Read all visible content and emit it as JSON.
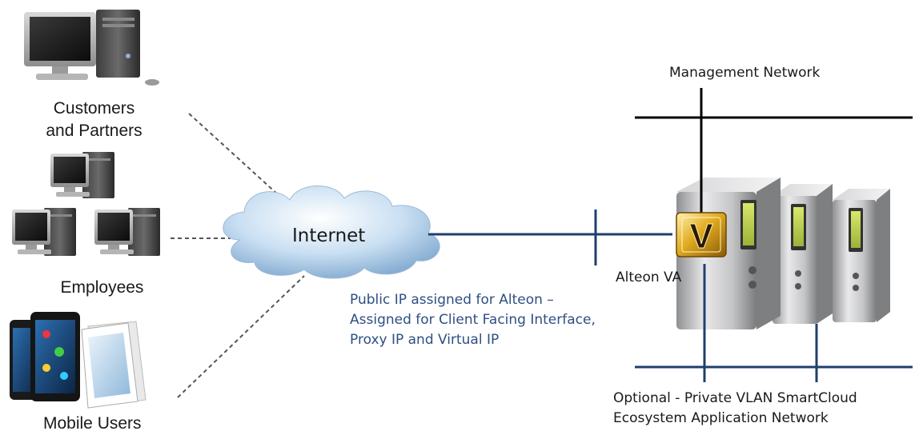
{
  "groups": {
    "customers": "Customers\nand Partners",
    "employees": "Employees",
    "mobile": "Mobile Users"
  },
  "cloud": {
    "label": "Internet"
  },
  "public_ip_note": [
    "Public IP assigned for Alteon –",
    "Assigned for Client Facing Interface,",
    "Proxy IP and Virtual IP"
  ],
  "management_network": "Management Network",
  "appliance": {
    "label": "Alteon VA",
    "badge": "V"
  },
  "private_network": [
    "Optional - Private VLAN SmartCloud",
    "Ecosystem Application Network"
  ],
  "colors": {
    "link": "#1f3f6e",
    "note_text": "#2e4f82",
    "network_line": "#000000",
    "badge_gold": "#d9a21a"
  }
}
